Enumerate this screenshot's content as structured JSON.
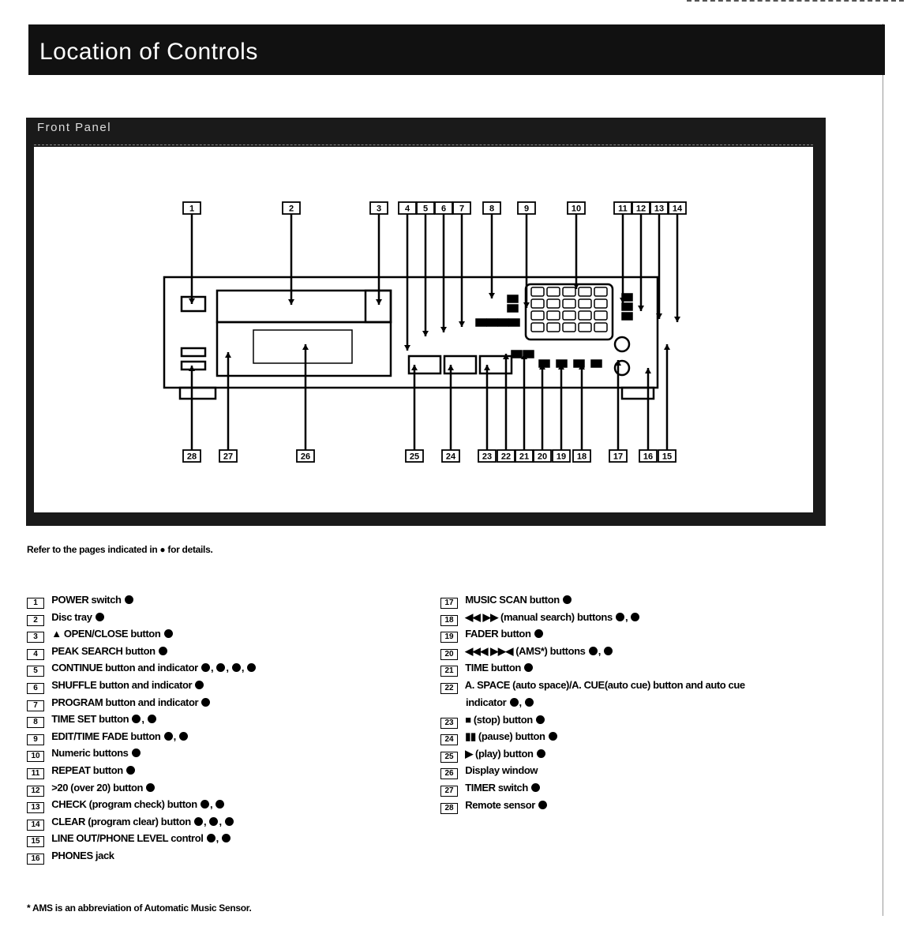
{
  "title": "Location of Controls",
  "panel": {
    "title": "Front Panel",
    "top_callouts": [
      "1",
      "2",
      "3",
      "4",
      "5",
      "6",
      "7",
      "8",
      "9",
      "10",
      "11",
      "12",
      "13",
      "14"
    ],
    "bottom_callouts": [
      "28",
      "27",
      "26",
      "25",
      "24",
      "23",
      "22",
      "21",
      "20",
      "19",
      "18",
      "17",
      "16",
      "15"
    ]
  },
  "refer_note": "Refer to the pages indicated in ● for details.",
  "left_items": [
    {
      "num": "1",
      "label": "POWER switch",
      "refs": 1
    },
    {
      "num": "2",
      "label": "Disc tray",
      "refs": 1
    },
    {
      "num": "3",
      "label": "▲ OPEN/CLOSE button",
      "refs": 1
    },
    {
      "num": "4",
      "label": "PEAK SEARCH button",
      "refs": 1
    },
    {
      "num": "5",
      "label": "CONTINUE button and indicator",
      "refs": 4
    },
    {
      "num": "6",
      "label": "SHUFFLE button and indicator",
      "refs": 1
    },
    {
      "num": "7",
      "label": "PROGRAM button and indicator",
      "refs": 1
    },
    {
      "num": "8",
      "label": "TIME SET button",
      "refs": 2
    },
    {
      "num": "9",
      "label": "EDIT/TIME FADE button",
      "refs": 2
    },
    {
      "num": "10",
      "label": "Numeric buttons",
      "refs": 1
    },
    {
      "num": "11",
      "label": "REPEAT button",
      "refs": 1
    },
    {
      "num": "12",
      "label": ">20 (over 20) button",
      "refs": 1
    },
    {
      "num": "13",
      "label": "CHECK (program check) button",
      "refs": 2
    },
    {
      "num": "14",
      "label": "CLEAR (program clear) button",
      "refs": 3
    },
    {
      "num": "15",
      "label": "LINE OUT/PHONE LEVEL control",
      "refs": 2
    },
    {
      "num": "16",
      "label": "PHONES jack",
      "refs": 0
    }
  ],
  "right_items": [
    {
      "num": "17",
      "label": "MUSIC SCAN button",
      "refs": 1
    },
    {
      "num": "18",
      "label": "◀◀ ▶▶ (manual search) buttons",
      "refs": 2
    },
    {
      "num": "19",
      "label": "FADER button",
      "refs": 1
    },
    {
      "num": "20",
      "label": "◀◀◀ ▶▶◀ (AMS*) buttons",
      "refs": 2
    },
    {
      "num": "21",
      "label": "TIME button",
      "refs": 1
    },
    {
      "num": "22",
      "label": "A. SPACE (auto space)/A. CUE(auto cue) button and auto cue",
      "cont": "indicator",
      "refs": 2
    },
    {
      "num": "23",
      "label": "■ (stop) button",
      "refs": 1
    },
    {
      "num": "24",
      "label": "▮▮ (pause) button",
      "refs": 1
    },
    {
      "num": "25",
      "label": "▶ (play) button",
      "refs": 1
    },
    {
      "num": "26",
      "label": "Display window",
      "refs": 0
    },
    {
      "num": "27",
      "label": "TIMER switch",
      "refs": 1
    },
    {
      "num": "28",
      "label": "Remote sensor",
      "refs": 1
    }
  ],
  "footnote": "* AMS is an abbreviation of Automatic Music Sensor."
}
